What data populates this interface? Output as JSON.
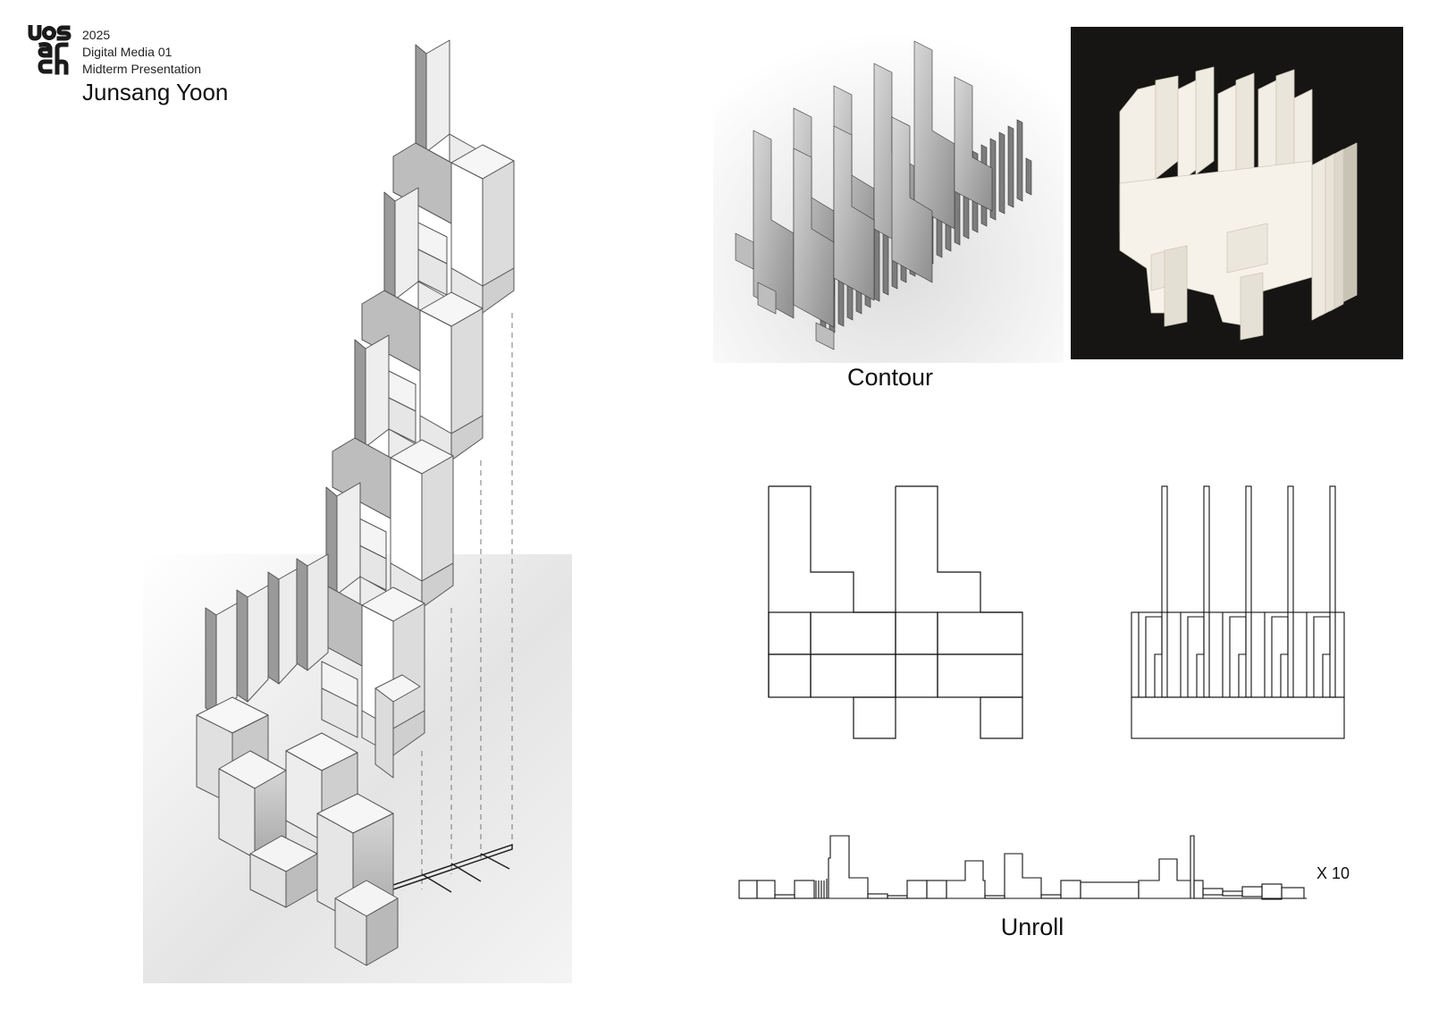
{
  "header": {
    "logo_text": "uos arch",
    "year": "2025",
    "course": "Digital Media 01",
    "event": "Midterm Presentation",
    "author": "Junsang Yoon"
  },
  "captions": {
    "contour": "Contour",
    "unroll": "Unroll",
    "multiplier": "X 10"
  },
  "colors": {
    "photo_background": "#161513",
    "model_fill": "#f1f1f1",
    "line": "#111111"
  }
}
